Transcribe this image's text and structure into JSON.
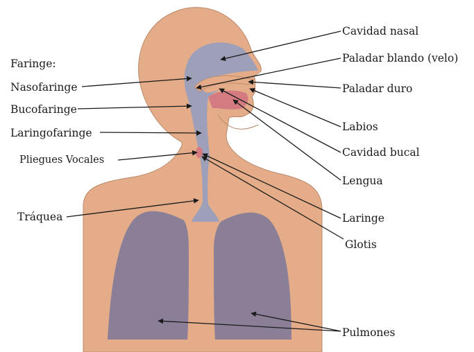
{
  "colors": {
    "skin": "#e4ac88",
    "skin_edge": "#b98869",
    "airway": "#9ea0ba",
    "lungs": "#8b7f98",
    "mouth": "#d47b82",
    "text": "#1a1a1a"
  },
  "labels": {
    "cavidad_nasal": "Cavidad nasal",
    "paladar_blando": "Paladar blando (velo)",
    "paladar_duro": "Paladar duro",
    "labios": "Labios",
    "cavidad_bucal": "Cavidad bucal",
    "lengua": "Lengua",
    "laringe": "Laringe",
    "glotis": "Glotis",
    "pulmones": "Pulmones",
    "faringe": "Faringe:",
    "nasofaringe": "Nasofaringe",
    "bucofaringe": "Bucofaringe",
    "laringofaringe": "Laringofaringe",
    "pliegues_vocales": "Pliegues Vocales",
    "traquea": "Tráquea"
  }
}
